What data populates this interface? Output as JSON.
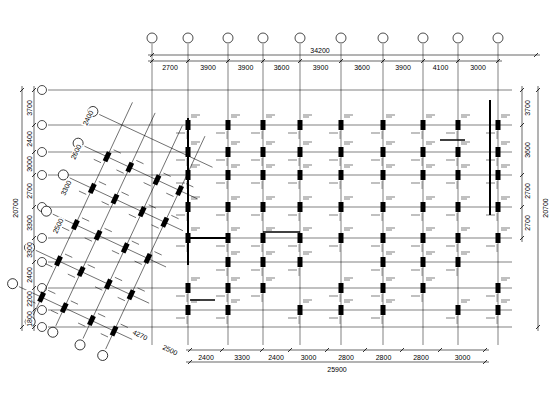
{
  "diagram": {
    "labels": [
      "2700",
      "3900",
      "3900",
      "3600",
      "3900",
      "3600",
      "3900",
      "4100",
      "3000",
      "34200",
      "2400",
      "3300",
      "2400",
      "3000",
      "2800",
      "2800",
      "2800",
      "3000",
      "25900",
      "3700",
      "2400",
      "3000",
      "2700",
      "3300",
      "3300",
      "2400",
      "2200",
      "1800",
      "20700",
      "3700",
      "3600",
      "2700",
      "2700",
      "20700",
      "2400",
      "2600",
      "3300",
      "2500",
      "4270",
      "2500"
    ]
  }
}
